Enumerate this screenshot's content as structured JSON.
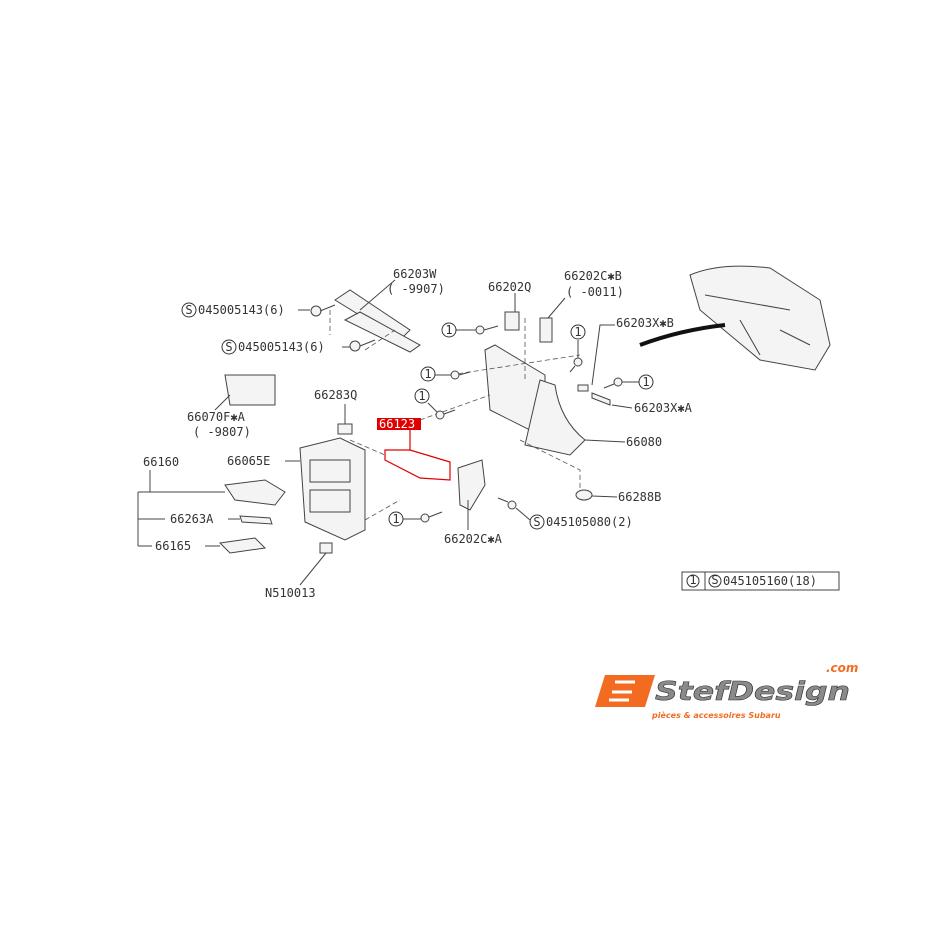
{
  "labels": {
    "p66203W": "66203W",
    "p66203W_range": "(    -9907)",
    "s045005143_a": "045005143(6)",
    "s045005143_b": "045005143(6)",
    "p66070F": "66070F✱A",
    "p66070F_range": "(    -9807)",
    "p66283Q": "66283Q",
    "p66123": "66123",
    "p66065E": "66065E",
    "p66160": "66160",
    "p66263A": "66263A",
    "p66165": "66165",
    "pN510013": "N510013",
    "p66202Q": "66202Q",
    "p66202CB": "66202C✱B",
    "p66202CB_range": "(    -0011)",
    "p66203XB": "66203X✱B",
    "p66203XA": "66203X✱A",
    "p66080": "66080",
    "p66288B": "66288B",
    "s045105080": "045105080(2)",
    "p66202CA": "66202C✱A",
    "ref1": "1",
    "refS": "S"
  },
  "legend": {
    "key": "1",
    "s_mark": "S",
    "part": "045105160(18)"
  },
  "logo": {
    "brand": "StefDesign",
    "domain": ".com",
    "tagline": "pièces & accessoires Subaru"
  },
  "colors": {
    "highlight": "#e00000",
    "logo_orange": "#f26b21",
    "logo_gray": "#8a8a8a"
  }
}
